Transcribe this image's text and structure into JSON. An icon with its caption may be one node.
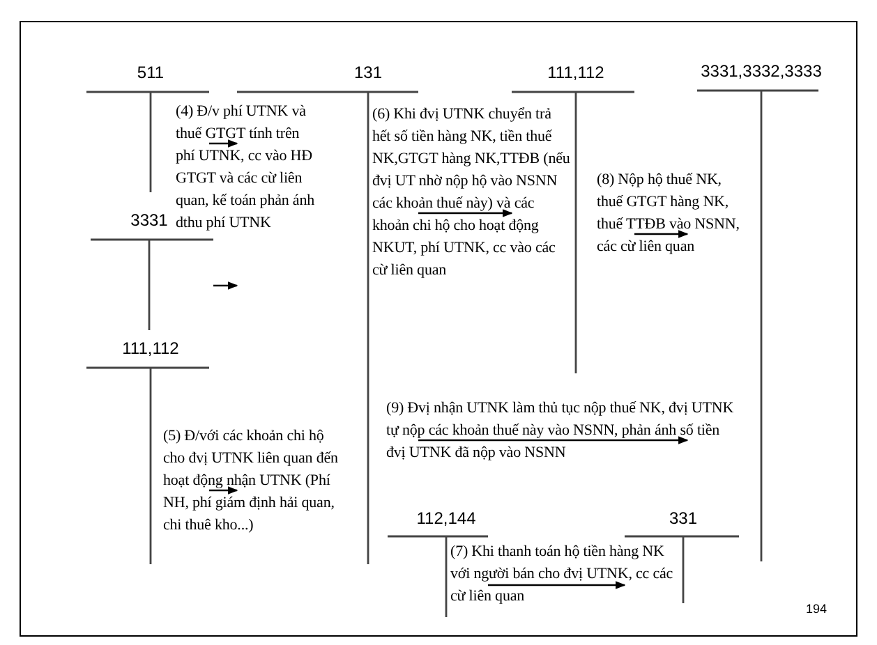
{
  "diagram": {
    "nodes": [
      {
        "text": [
          "511"
        ]
      },
      {
        "text": [
          "131"
        ]
      },
      {
        "text": [
          "111,112"
        ]
      },
      {
        "text": [
          "3331,3332,3333"
        ]
      },
      {
        "text": [
          "3331"
        ]
      },
      {
        "text": [
          "111,112"
        ]
      },
      {
        "text": [
          "112,144"
        ]
      },
      {
        "text": [
          "331"
        ]
      }
    ],
    "edges": [
      {
        "from": 0,
        "to": 1,
        "arrow": "to",
        "label": "(4) Đ/v phí UTNK và thuế GTGT tính trên phí UTNK, cc vào HĐ GTGT và các cừ liên quan, kế toán phản ánh dthu phí UTNK"
      },
      {
        "from": 4,
        "to": 1,
        "arrow": "to"
      },
      {
        "from": 1,
        "to": 2,
        "arrow": "to",
        "label": "(6) Khi đvị UTNK chuyển trả hết số tiền hàng NK, tiền thuế NK,GTGT hàng NK,TTĐB (nếu đvị UT nhờ nộp hộ vào NSNN các khoản thuế này) và các khoản chi hộ cho hoạt động NKUT, phí UTNK, cc vào các cừ liên quan"
      },
      {
        "from": 2,
        "to": 3,
        "arrow": "to",
        "label": "(8) Nộp hộ thuế NK, thuế GTGT hàng NK, thuế TTĐB vào NSNN, các cừ liên quan"
      },
      {
        "from": 5,
        "to": 1,
        "arrow": "to",
        "label": "(5) Đ/với các khoản chi hộ cho đvị UTNK liên quan đến hoạt động nhận UTNK (Phí NH, phí giám định hải quan, chi thuê kho...)"
      },
      {
        "from": 1,
        "to": 3,
        "arrow": "to",
        "label": "(9) Đvị nhận UTNK làm thủ tục nộp thuế NK, đvị UTNK tự nộp các khoản thuế này vào NSNN, phản ánh số tiền đvị UTNK đã nộp vào NSNN"
      },
      {
        "from": 6,
        "to": 7,
        "arrow": "to",
        "label": "(7) Khi thanh toán hộ tiền hàng NK với người bán cho đvị UTNK, cc các cừ liên quan"
      }
    ],
    "labels": [
      "194"
    ]
  }
}
